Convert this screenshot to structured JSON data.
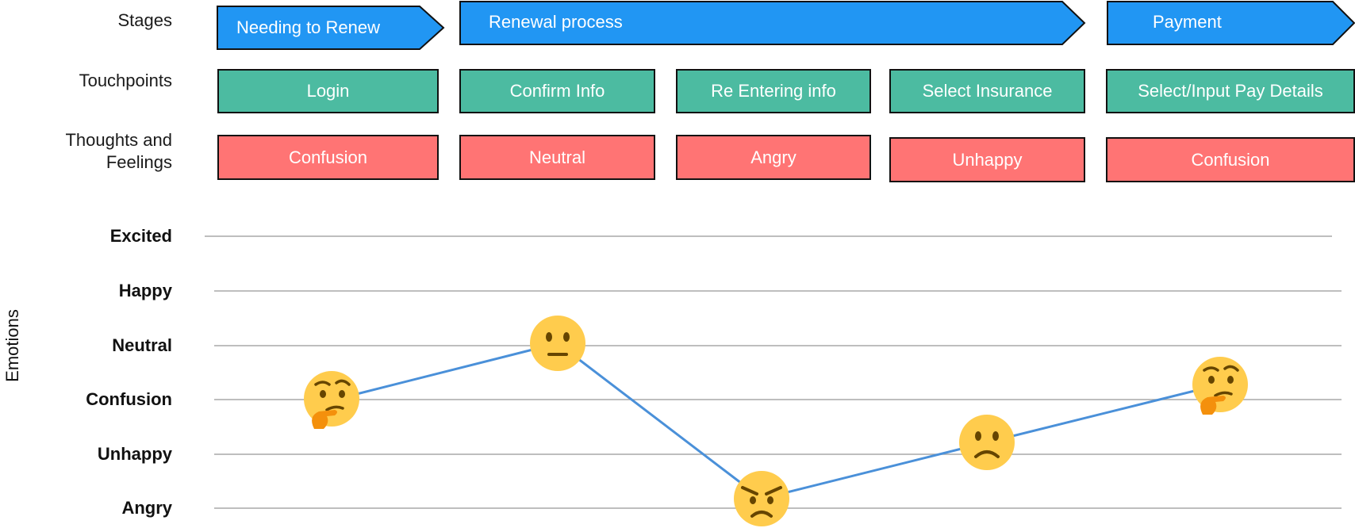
{
  "row_labels": {
    "stages": "Stages",
    "touchpoints": "Touchpoints",
    "thoughts_line1": "Thoughts and",
    "thoughts_line2": "Feelings"
  },
  "stages": [
    {
      "label": "Needing to Renew"
    },
    {
      "label": "Renewal process"
    },
    {
      "label": "Payment"
    }
  ],
  "touchpoints": [
    {
      "label": "Login"
    },
    {
      "label": "Confirm Info"
    },
    {
      "label": "Re Entering info"
    },
    {
      "label": "Select Insurance"
    },
    {
      "label": "Select/Input Pay Details"
    }
  ],
  "feelings": [
    {
      "label": "Confusion"
    },
    {
      "label": "Neutral"
    },
    {
      "label": "Angry"
    },
    {
      "label": "Unhappy"
    },
    {
      "label": "Confusion"
    }
  ],
  "colors": {
    "stage": "#2196f3",
    "touchpoint": "#4cbba1",
    "feeling": "#ff7474",
    "line": "#4a90d9",
    "grid": "#a8a8a8",
    "emoji": "#ffcc4d"
  },
  "chart_data": {
    "type": "line",
    "ylabel": "Emotions",
    "levels": [
      "Excited",
      "Happy",
      "Neutral",
      "Confusion",
      "Unhappy",
      "Angry"
    ],
    "points": [
      {
        "touchpoint": "Login",
        "emotion": "Confusion",
        "icon": "thinking-face-icon"
      },
      {
        "touchpoint": "Confirm Info",
        "emotion": "Neutral",
        "icon": "neutral-face-icon"
      },
      {
        "touchpoint": "Re Entering info",
        "emotion": "Angry",
        "icon": "angry-face-icon"
      },
      {
        "touchpoint": "Select Insurance",
        "emotion": "Unhappy",
        "icon": "frowning-face-icon"
      },
      {
        "touchpoint": "Select/Input Pay Details",
        "emotion": "Confusion",
        "icon": "thinking-face-icon"
      }
    ]
  }
}
